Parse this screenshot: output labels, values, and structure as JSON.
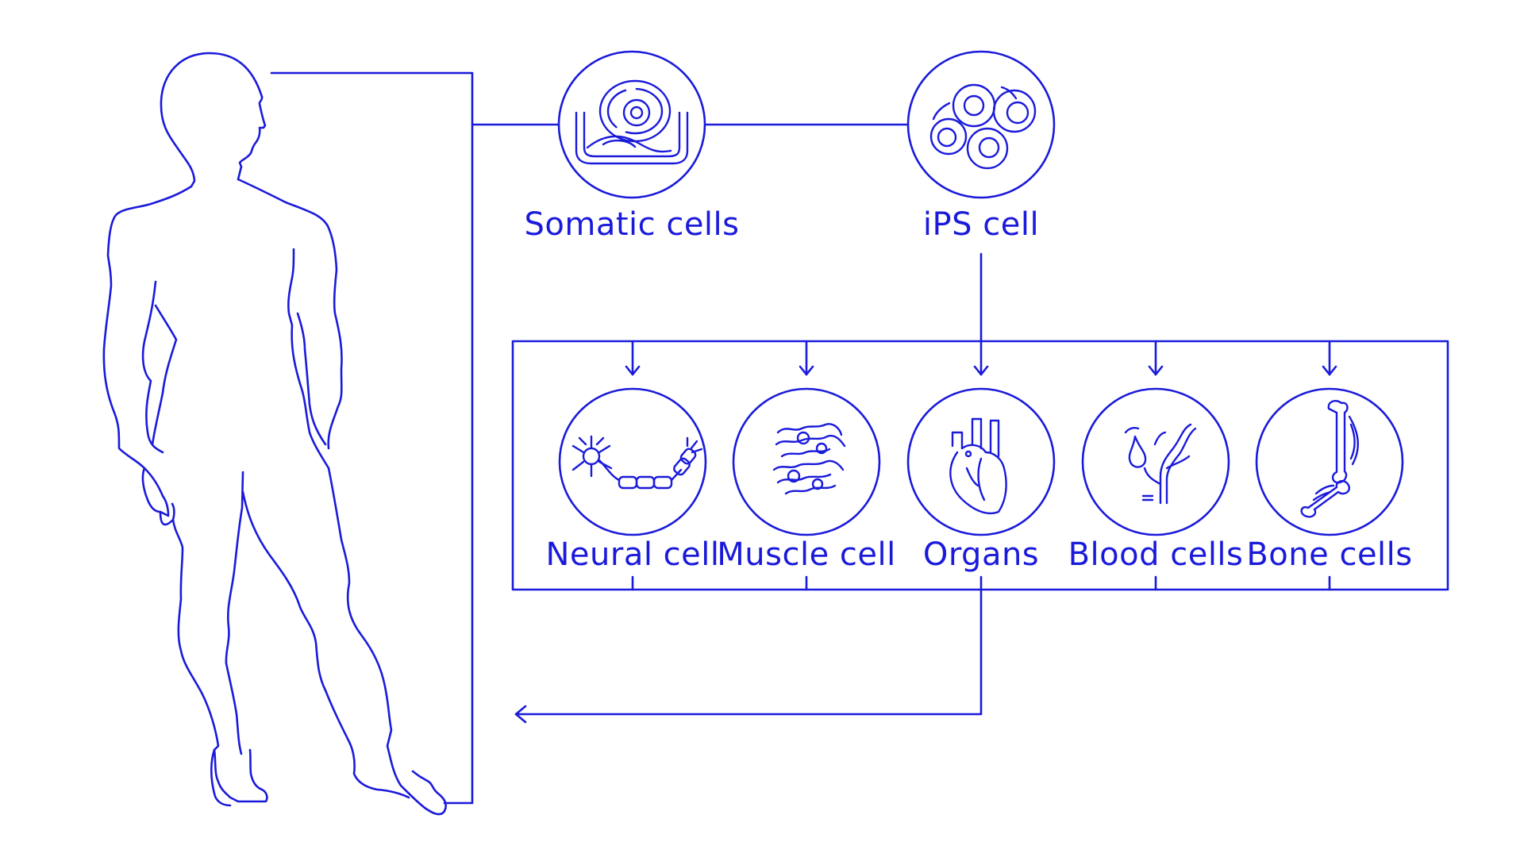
{
  "colors": {
    "primary": "#1a1adb",
    "background": "#ffffff"
  },
  "sources": {
    "somatic": {
      "label": "Somatic cells",
      "icon": "petri-dish-cell-icon"
    },
    "ips": {
      "label": "iPS cell",
      "icon": "ips-cell-cluster-icon"
    }
  },
  "differentiated": [
    {
      "label": "Neural cell",
      "icon": "neuron-icon"
    },
    {
      "label": "Muscle cell",
      "icon": "muscle-fibers-icon"
    },
    {
      "label": "Organs",
      "icon": "heart-icon"
    },
    {
      "label": "Blood cells",
      "icon": "blood-vessel-drop-icon"
    },
    {
      "label": "Bone cells",
      "icon": "bone-icon"
    }
  ]
}
